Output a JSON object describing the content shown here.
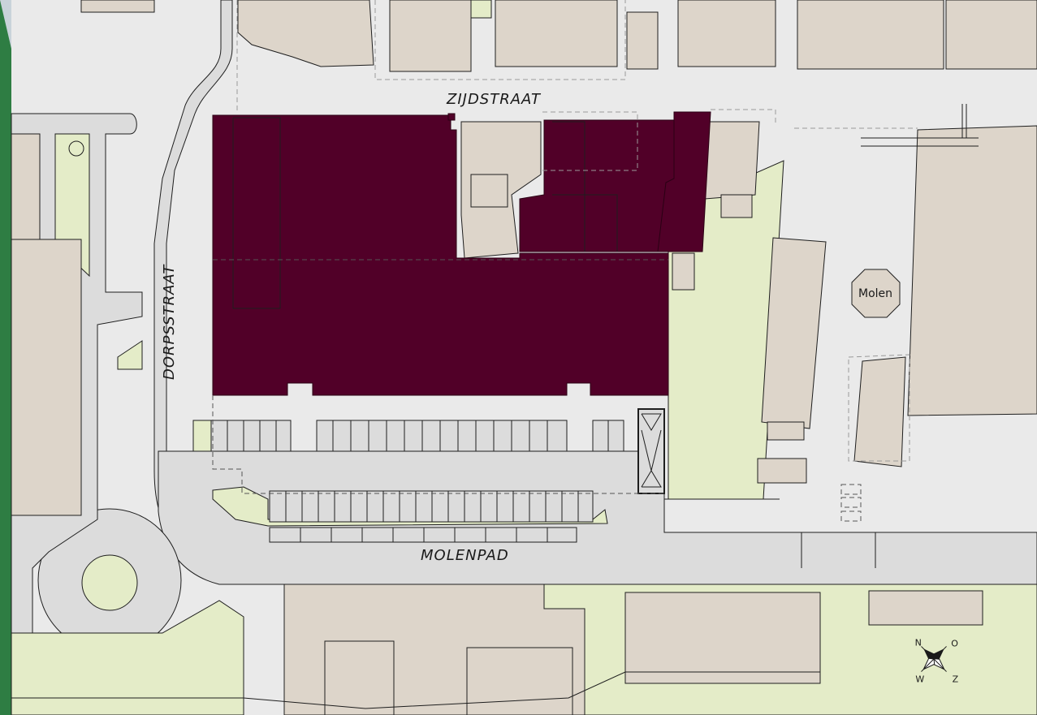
{
  "map": {
    "streets": {
      "zijdstraat": "ZIJDSTRAAT",
      "dorpsstraat": "DORPSSTRAAT",
      "molenpad": "MOLENPAD"
    },
    "poi": {
      "molen": "Molen"
    },
    "compass": {
      "n": "N",
      "o": "O",
      "z": "Z",
      "w": "W"
    },
    "colors": {
      "highlight": "#510028",
      "building": "#ddd5ca",
      "green": "#e4ecc8",
      "road": "#d9d9d9",
      "pavement": "#eaeaea",
      "background": "#1f6b3a"
    }
  }
}
